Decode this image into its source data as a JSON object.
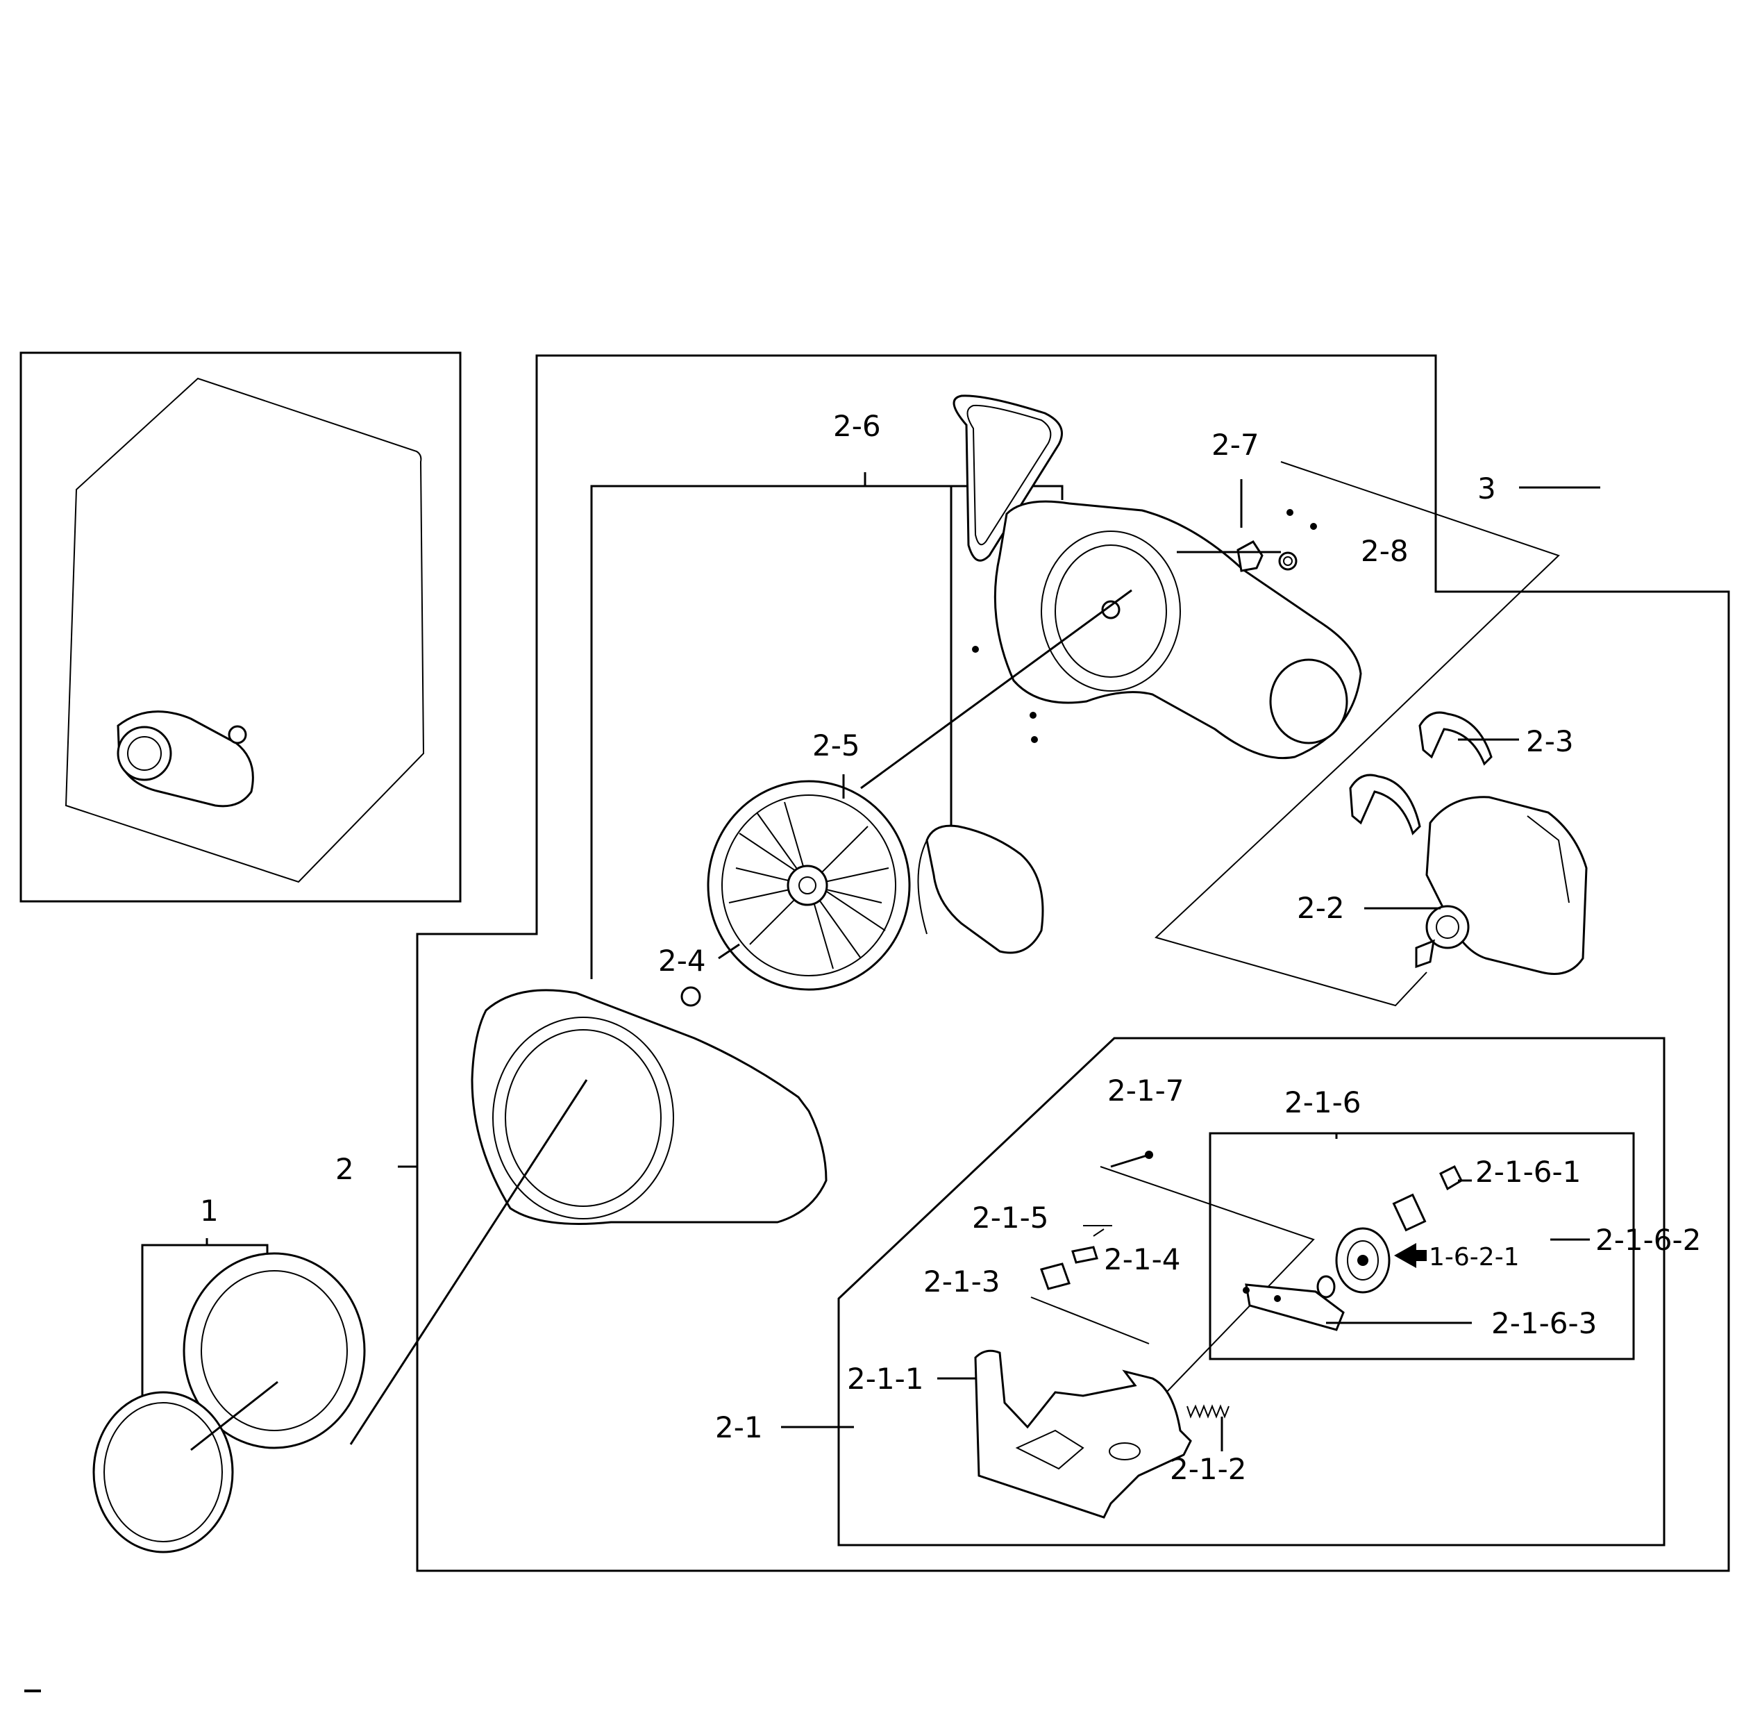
{
  "labels": {
    "l_1": "1",
    "l_2": "2",
    "l_3": "3",
    "l_2_1": "2-1",
    "l_2_2": "2-2",
    "l_2_3": "2-3",
    "l_2_4": "2-4",
    "l_2_5": "2-5",
    "l_2_6": "2-6",
    "l_2_7": "2-7",
    "l_2_8": "2-8",
    "l_2_1_1": "2-1-1",
    "l_2_1_2": "2-1-2",
    "l_2_1_3": "2-1-3",
    "l_2_1_4": "2-1-4",
    "l_2_1_5": "2-1-5",
    "l_2_1_6": "2-1-6",
    "l_2_1_7": "2-1-7",
    "l_2_1_6_1": "2-1-6-1",
    "l_2_1_6_2": "2-1-6-2",
    "l_2_1_6_3": "2-1-6-3",
    "l_1_6_2_1": "1-6-2-1"
  }
}
